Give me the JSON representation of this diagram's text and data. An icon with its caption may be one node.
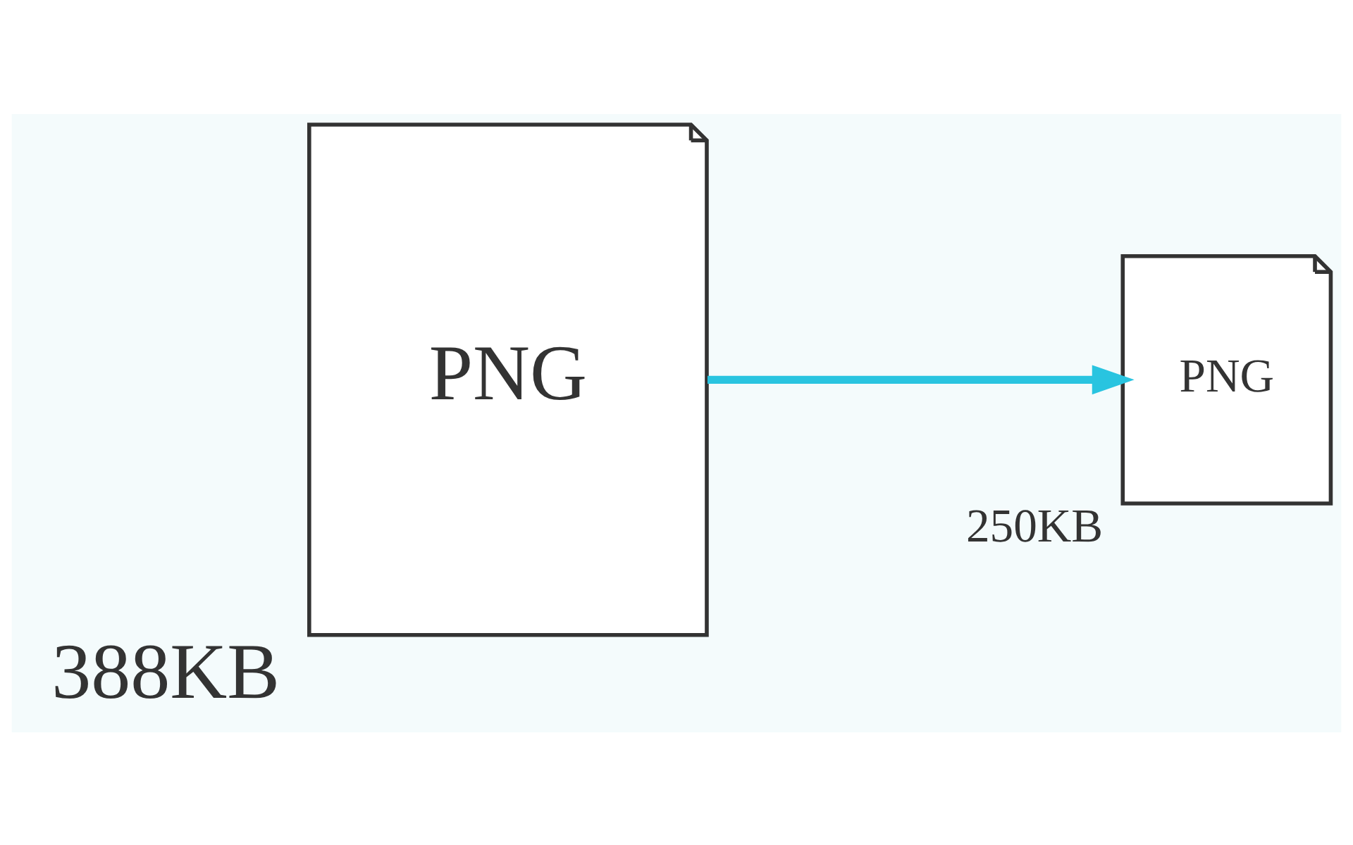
{
  "diagram": {
    "nodes": [
      {
        "text": [
          "PNG"
        ],
        "beside": [
          "388KB"
        ]
      },
      {
        "text": [
          "PNG"
        ],
        "beside": [
          "250KB"
        ]
      }
    ],
    "edges": [
      {
        "from": 0,
        "to": 1,
        "arrow": "to"
      }
    ]
  }
}
